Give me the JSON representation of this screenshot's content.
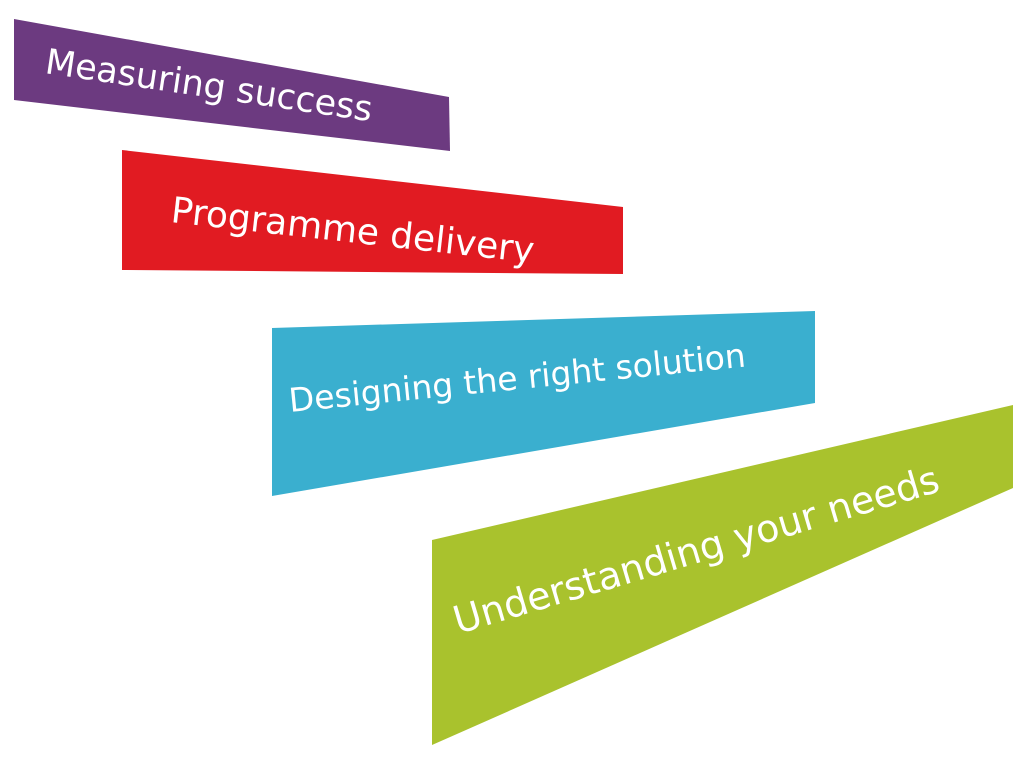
{
  "steps": [
    {
      "label": "Measuring success",
      "color": "#6c3a80"
    },
    {
      "label": "Programme delivery",
      "color": "#e11b22"
    },
    {
      "label": "Designing the right solution",
      "color": "#3aafcf"
    },
    {
      "label": "Understanding your needs",
      "color": "#a9c22d"
    }
  ]
}
